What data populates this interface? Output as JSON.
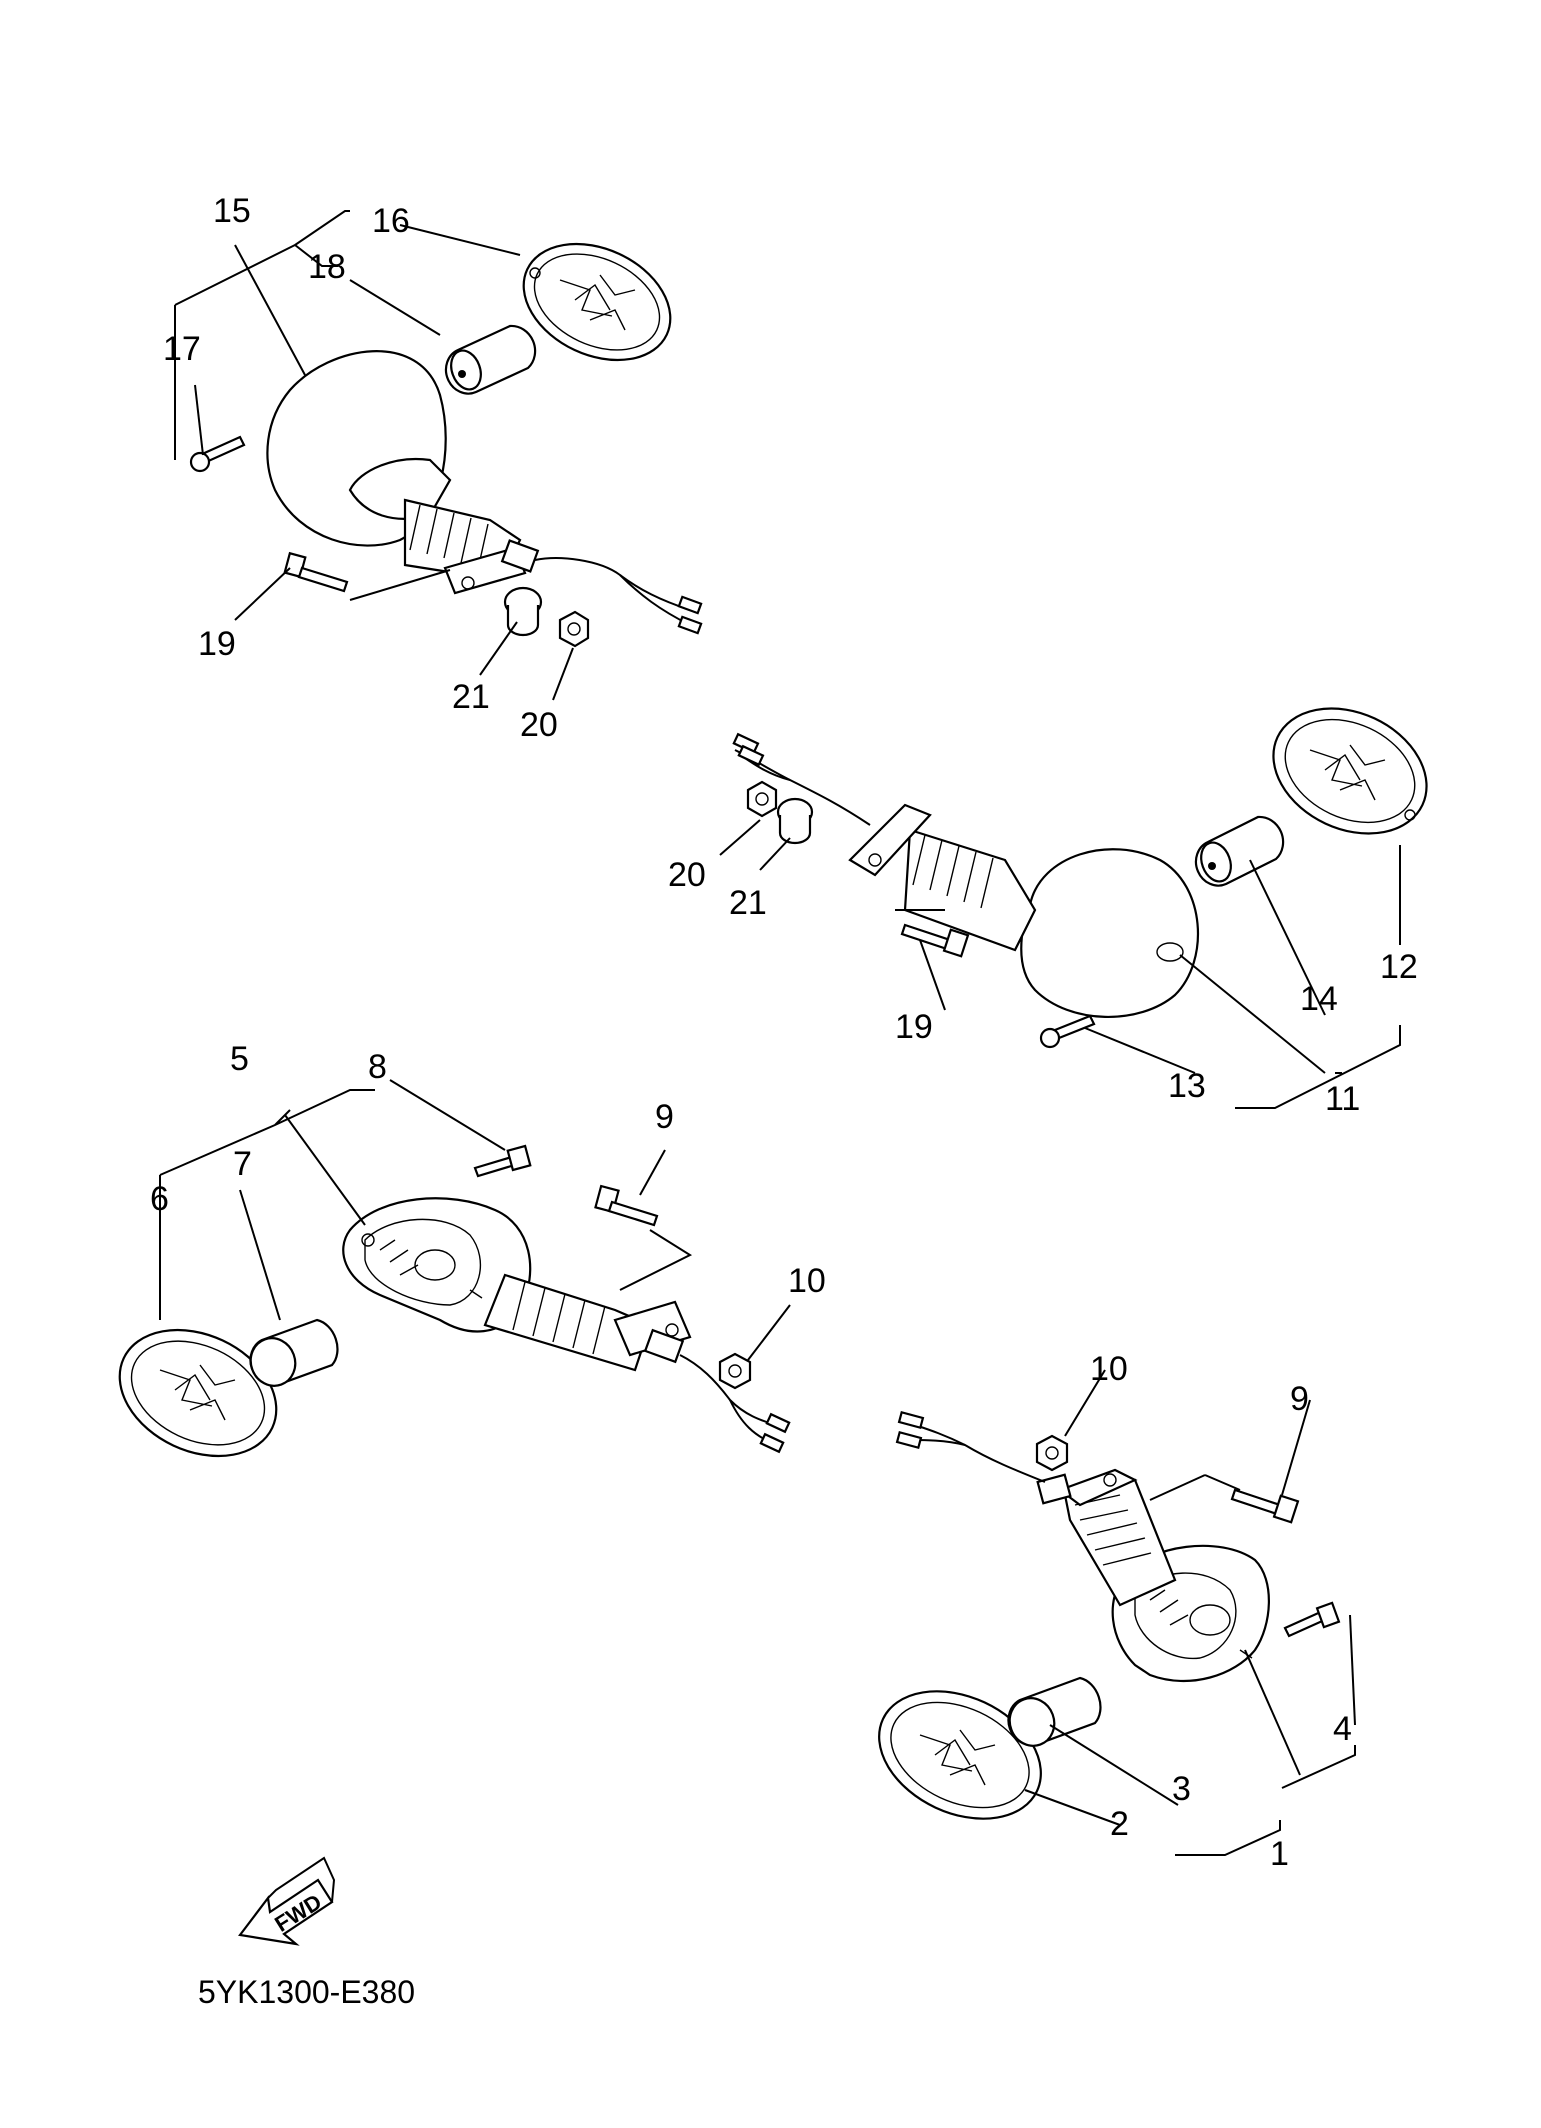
{
  "diagram": {
    "drawing_code": "5YK1300-E380",
    "direction_mark": "FWD",
    "assemblies": {
      "rear_left": {
        "assembly_label": "15",
        "lens_label": "16",
        "bulb_label": "18",
        "lens_screw_label": "17",
        "bolt_label": "19",
        "collar_label": "21",
        "nut_label": "20"
      },
      "rear_right": {
        "nut_label": "20",
        "collar_label": "21",
        "bolt_label": "19",
        "lens_label": "12",
        "bulb_label": "14",
        "lens_screw_label": "13",
        "assembly_label": "11"
      },
      "front_left": {
        "assembly_label": "5",
        "lens_screw_label": "8",
        "bolt_label": "9",
        "bulb_label": "7",
        "lens_label": "6",
        "nut_label": "10"
      },
      "front_right": {
        "nut_label": "10",
        "bolt_label": "9",
        "lens_screw_label": "4",
        "bulb_label": "3",
        "lens_label": "2",
        "assembly_label": "1"
      }
    }
  }
}
